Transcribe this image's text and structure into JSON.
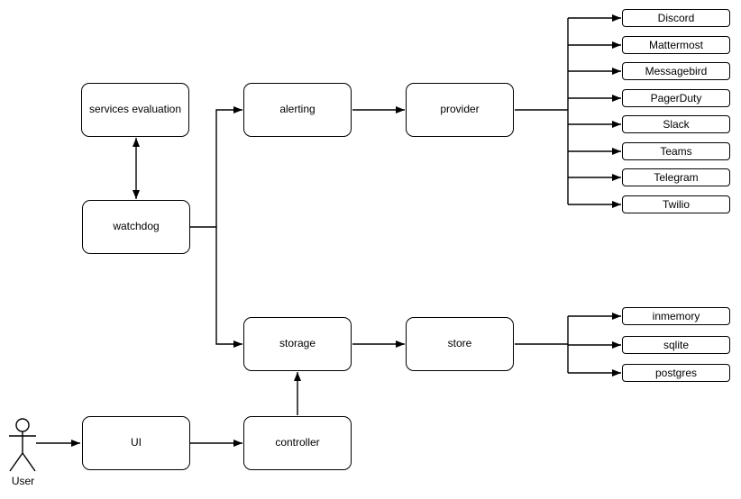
{
  "diagram": {
    "nodes": {
      "services_evaluation": {
        "label": "services evaluation"
      },
      "watchdog": {
        "label": "watchdog"
      },
      "alerting": {
        "label": "alerting"
      },
      "provider": {
        "label": "provider"
      },
      "storage": {
        "label": "storage"
      },
      "store": {
        "label": "store"
      },
      "ui": {
        "label": "UI"
      },
      "controller": {
        "label": "controller"
      },
      "user": {
        "label": "User"
      }
    },
    "providers": [
      "Discord",
      "Mattermost",
      "Messagebird",
      "PagerDuty",
      "Slack",
      "Teams",
      "Telegram",
      "Twilio"
    ],
    "stores": [
      "inmemory",
      "sqlite",
      "postgres"
    ],
    "edges": [
      {
        "from": "watchdog",
        "to": "services evaluation",
        "direction": "bidirectional"
      },
      {
        "from": "watchdog",
        "to": "alerting",
        "direction": "forward"
      },
      {
        "from": "watchdog",
        "to": "storage",
        "direction": "forward"
      },
      {
        "from": "alerting",
        "to": "provider",
        "direction": "forward"
      },
      {
        "from": "provider",
        "to": "Discord",
        "direction": "forward"
      },
      {
        "from": "provider",
        "to": "Mattermost",
        "direction": "forward"
      },
      {
        "from": "provider",
        "to": "Messagebird",
        "direction": "forward"
      },
      {
        "from": "provider",
        "to": "PagerDuty",
        "direction": "forward"
      },
      {
        "from": "provider",
        "to": "Slack",
        "direction": "forward"
      },
      {
        "from": "provider",
        "to": "Teams",
        "direction": "forward"
      },
      {
        "from": "provider",
        "to": "Telegram",
        "direction": "forward"
      },
      {
        "from": "provider",
        "to": "Twilio",
        "direction": "forward"
      },
      {
        "from": "storage",
        "to": "store",
        "direction": "forward"
      },
      {
        "from": "store",
        "to": "inmemory",
        "direction": "forward"
      },
      {
        "from": "store",
        "to": "sqlite",
        "direction": "forward"
      },
      {
        "from": "store",
        "to": "postgres",
        "direction": "forward"
      },
      {
        "from": "controller",
        "to": "storage",
        "direction": "forward"
      },
      {
        "from": "UI",
        "to": "controller",
        "direction": "forward"
      },
      {
        "from": "User",
        "to": "UI",
        "direction": "forward"
      }
    ],
    "colors": {
      "stroke": "#000000",
      "node_fill": "#ffffff",
      "background": "#ffffff"
    }
  }
}
